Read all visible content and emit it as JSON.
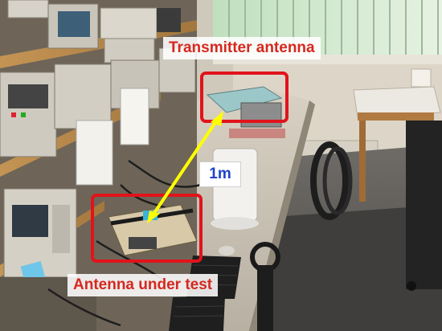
{
  "labels": {
    "transmitter": "Transmitter antenna",
    "antenna_under_test": "Antenna under test",
    "distance": "1m"
  },
  "colors": {
    "highlight_box": "#e1131b",
    "arrow": "#ffff00",
    "label_text": "#d6281f",
    "distance_text": "#1f43c9"
  }
}
